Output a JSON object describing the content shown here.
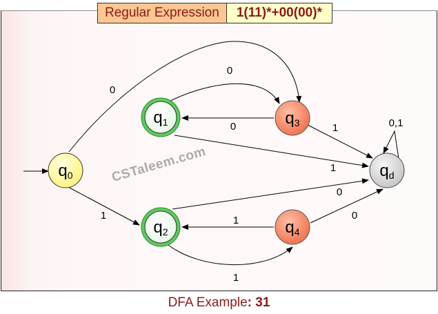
{
  "header": {
    "label": "Regular Expression",
    "expression": "1(11)*+00(00)*"
  },
  "caption": {
    "prefix": "DFA Example",
    "number": ": 31"
  },
  "watermark": "CSTaleem.com",
  "states": [
    {
      "id": "q0",
      "base": "q",
      "sub": "0",
      "type": "start",
      "color": "#ffffa8"
    },
    {
      "id": "q1",
      "base": "q",
      "sub": "1",
      "type": "accept",
      "color": "#6cd46c"
    },
    {
      "id": "q2",
      "base": "q",
      "sub": "2",
      "type": "accept",
      "color": "#6cd46c"
    },
    {
      "id": "q3",
      "base": "q",
      "sub": "3",
      "type": "normal",
      "color": "#f58c6a"
    },
    {
      "id": "q4",
      "base": "q",
      "sub": "4",
      "type": "normal",
      "color": "#f58c6a"
    },
    {
      "id": "qd",
      "base": "q",
      "sub": "d",
      "type": "dead",
      "color": "#d4d4d4"
    }
  ],
  "transitions": [
    {
      "from": "q0",
      "to": "q3",
      "label": "0"
    },
    {
      "from": "q0",
      "to": "q2",
      "label": "1"
    },
    {
      "from": "q1",
      "to": "q3",
      "label": "0"
    },
    {
      "from": "q1",
      "to": "qd",
      "label": "1"
    },
    {
      "from": "q3",
      "to": "q1",
      "label": "0"
    },
    {
      "from": "q3",
      "to": "qd",
      "label": "1"
    },
    {
      "from": "q2",
      "to": "q4",
      "label": "1"
    },
    {
      "from": "q2",
      "to": "qd",
      "label": "0"
    },
    {
      "from": "q4",
      "to": "q2",
      "label": "1"
    },
    {
      "from": "q4",
      "to": "qd",
      "label": "0"
    },
    {
      "from": "qd",
      "to": "qd",
      "label": "0,1"
    }
  ]
}
